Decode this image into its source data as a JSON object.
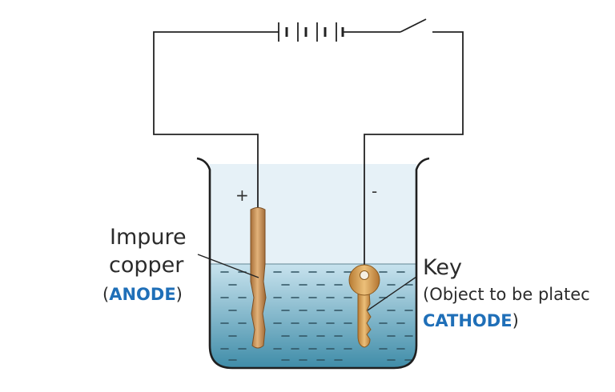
{
  "labels": {
    "plus_sign": "+",
    "minus_sign": "-",
    "anode_line1": "Impure",
    "anode_line2": "copper",
    "anode_open": "(",
    "anode_term": "ANODE",
    "anode_close": ")",
    "cathode_title": "Key",
    "cathode_desc": "(Object to be platec",
    "cathode_term": "CATHODE",
    "cathode_close": ")"
  },
  "colors": {
    "wire": "#222222",
    "electrolyte_top": "#c8e3ee",
    "electrolyte_bottom": "#3f8ca8",
    "air": "#e6f1f7",
    "copper": "#c58d52",
    "key": "#d8a35a",
    "term_blue": "#1f6fb8"
  }
}
